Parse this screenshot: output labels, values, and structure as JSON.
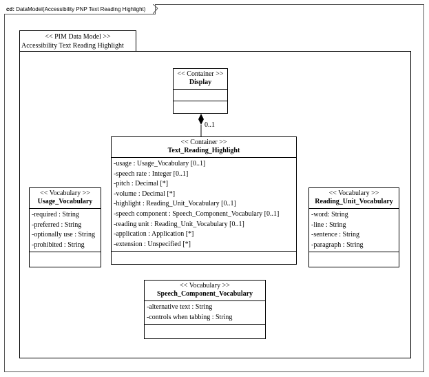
{
  "frame": {
    "kind": "cd:",
    "title": "DataModel(Accessibility PNP Text Reading Highlight)"
  },
  "package": {
    "stereotype": "<< PIM Data Model >>",
    "name": "Accessibility Text Reading Highlight"
  },
  "classes": {
    "display": {
      "stereotype": "<< Container >>",
      "name": "Display"
    },
    "trh": {
      "stereotype": "<< Container >>",
      "name": "Text_Reading_Highlight",
      "attributes": [
        "-usage : Usage_Vocabulary  [0..1]",
        "-speech rate : Integer [0..1]",
        "-pitch : Decimal  [*]",
        "-volume : Decimal  [*]",
        "-highlight  : Reading_Unit_Vocabulary   [0..1]",
        "-speech component  : Speech_Component_Vocabulary   [0..1]",
        "-reading unit  : Reading_Unit_Vocabulary   [0..1]",
        "-application  : Application  [*]",
        "-extension  : Unspecified  [*]"
      ]
    },
    "usage": {
      "stereotype": "<< Vocabulary >>",
      "name": "Usage_Vocabulary",
      "attributes": [
        "-required : String",
        "-preferred : String",
        "-optionally use   : String",
        "-prohibited : String"
      ]
    },
    "reading": {
      "stereotype": "<< Vocabulary >>",
      "name": "Reading_Unit_Vocabulary",
      "attributes": [
        "-word: String",
        "-line : String",
        "-sentence : String",
        "-paragraph : String"
      ]
    },
    "speech": {
      "stereotype": "<< Vocabulary >>",
      "name": "Speech_Component_Vocabulary",
      "attributes": [
        "-alternative text   : String",
        "-controls when tabbing   : String"
      ]
    }
  },
  "association": {
    "multiplicity": "0..1"
  }
}
